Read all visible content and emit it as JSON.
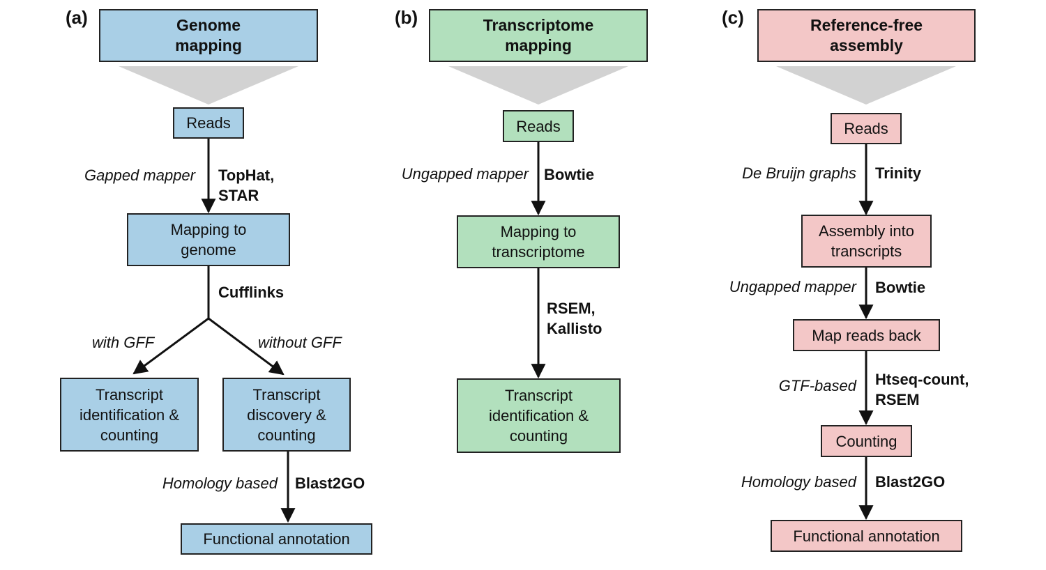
{
  "panels": [
    {
      "id": "a",
      "label": "(a)",
      "title": "Genome\nmapping",
      "color": "#a9cfe6",
      "reads": "Reads",
      "step1": {
        "method": "Gapped mapper",
        "tool": "TopHat,\nSTAR"
      },
      "node1": "Mapping to\ngenome",
      "step2": {
        "tool": "Cufflinks"
      },
      "branch_left": {
        "method": "with GFF",
        "node": "Transcript\nidentification &\ncounting"
      },
      "branch_right": {
        "method": "without GFF",
        "node": "Transcript\ndiscovery &\ncounting"
      },
      "step3": {
        "method": "Homology based",
        "tool": "Blast2GO"
      },
      "final": "Functional annotation"
    },
    {
      "id": "b",
      "label": "(b)",
      "title": "Transcriptome\nmapping",
      "color": "#b2e0bd",
      "reads": "Reads",
      "step1": {
        "method": "Ungapped mapper",
        "tool": "Bowtie"
      },
      "node1": "Mapping to\ntranscriptome",
      "step2": {
        "tool": "RSEM,\nKallisto"
      },
      "final": "Transcript\nidentification &\ncounting"
    },
    {
      "id": "c",
      "label": "(c)",
      "title": "Reference-free\nassembly",
      "color": "#f3c7c7",
      "reads": "Reads",
      "step1": {
        "method": "De Bruijn graphs",
        "tool": "Trinity"
      },
      "node1": "Assembly into\ntranscripts",
      "step2": {
        "method": "Ungapped mapper",
        "tool": "Bowtie"
      },
      "node2": "Map reads back",
      "step3": {
        "method": "GTF-based",
        "tool": "Htseq-count,\nRSEM"
      },
      "node3": "Counting",
      "step4": {
        "method": "Homology based",
        "tool": "Blast2GO"
      },
      "final": "Functional annotation"
    }
  ]
}
